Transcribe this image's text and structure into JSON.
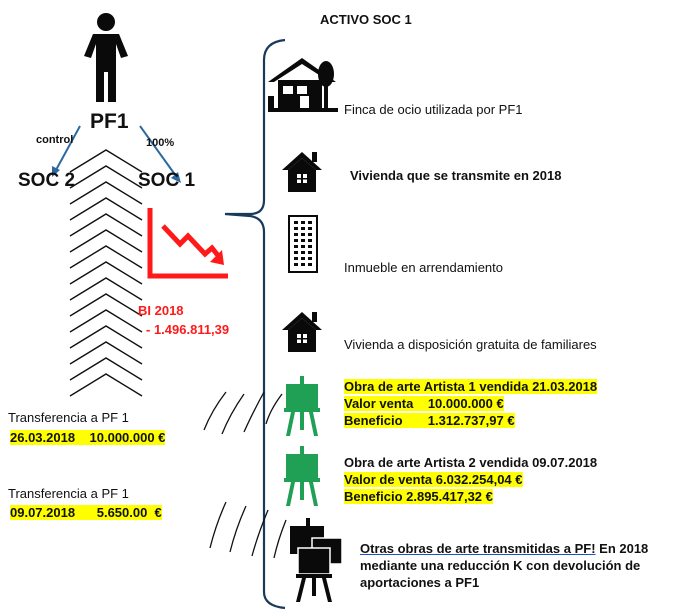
{
  "title": "ACTIVO SOC 1",
  "pf1": {
    "label": "PF1"
  },
  "edges": {
    "control": "control",
    "percent": "100%"
  },
  "soc2": "SOC 2",
  "soc1": "SOC 1",
  "bi": {
    "line1": "BI 2018",
    "line2": "- 1.496.811,39"
  },
  "assets": [
    {
      "label": "Finca de ocio utilizada por PF1",
      "icon": "house-tree-icon"
    },
    {
      "label": "Vivienda que se transmite en 2018",
      "icon": "house-icon"
    },
    {
      "label": "Inmueble en arrendamiento",
      "icon": "building-icon"
    },
    {
      "label": "Vivienda a disposición gratuita de familiares",
      "icon": "house-icon"
    }
  ],
  "art1": {
    "line1": "Obra de arte Artista 1 vendida 21.03.2018",
    "line2": "Valor venta    10.000.000 €",
    "line3": "Beneficio       1.312.737,97 €"
  },
  "art2": {
    "line1": "Obra de arte Artista 2 vendida 09.07.2018",
    "line2": "Valor de venta 6.032.254,04 €",
    "line3": "Beneficio 2.895.417,32 €"
  },
  "art3": {
    "line1a": "Otras obras de arte transmitidas a PF!",
    "line1b": " En 2018",
    "line2": "mediante una  reducción K con devolución de",
    "line3": "aportaciones a PF1"
  },
  "transfer1": {
    "label": "Transferencia a PF 1",
    "value": "26.03.2018    10.000.000 €"
  },
  "transfer2": {
    "label": "Transferencia a PF 1",
    "value": "09.07.2018      5.650.00  €"
  },
  "colors": {
    "red": "#ff1a1a",
    "green": "#1fa055",
    "highlight": "#ffff00",
    "navy": "#1a3a5c",
    "edge": "#2a6aa0"
  }
}
